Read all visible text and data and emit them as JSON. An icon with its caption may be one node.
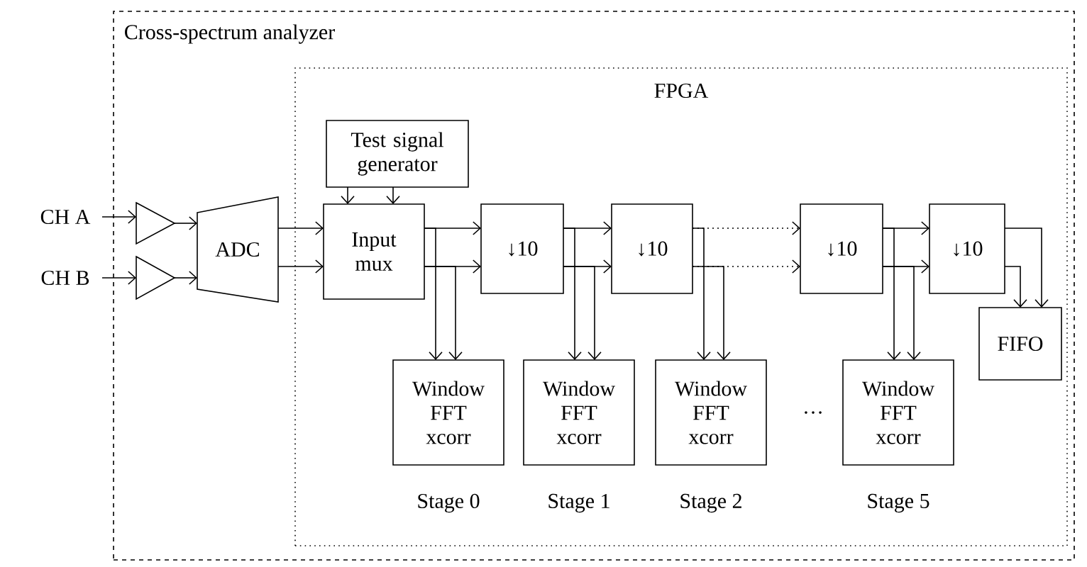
{
  "diagram": {
    "nodes": [
      {
        "text": [
          "Cross-spectrum analyzer"
        ]
      },
      {
        "text": [
          "FPGA"
        ],
        "in": 0
      },
      {
        "text": [
          "CH A"
        ]
      },
      {
        "text": [
          "CH B"
        ]
      },
      {
        "text": [],
        "shape": "triangle",
        "in": 0
      },
      {
        "text": [],
        "shape": "triangle",
        "in": 0
      },
      {
        "text": [
          "ADC"
        ],
        "in": 0
      },
      {
        "text": [
          "Test signal generator"
        ],
        "in": 1
      },
      {
        "text": [
          "Input mux"
        ],
        "in": 1
      },
      {
        "text": [
          "↓10"
        ],
        "in": 1
      },
      {
        "text": [
          "↓10"
        ],
        "in": 1
      },
      {
        "text": [
          "↓10"
        ],
        "in": 1
      },
      {
        "text": [
          "↓10"
        ],
        "in": 1
      },
      {
        "text": [
          "FIFO"
        ],
        "in": 1
      },
      {
        "text": [
          "Window FFT xcorr"
        ],
        "in": 1,
        "beside": [
          "Stage 0"
        ]
      },
      {
        "text": [
          "Window FFT xcorr"
        ],
        "in": 1,
        "beside": [
          "Stage 1"
        ]
      },
      {
        "text": [
          "Window FFT xcorr"
        ],
        "in": 1,
        "beside": [
          "Stage 2"
        ]
      },
      {
        "text": [
          "Window FFT xcorr"
        ],
        "in": 1,
        "beside": [
          "Stage 5"
        ]
      }
    ],
    "edges": [
      {
        "from": 2,
        "to": 4,
        "arrow": "to"
      },
      {
        "from": 3,
        "to": 5,
        "arrow": "to"
      },
      {
        "from": 4,
        "to": 6,
        "arrow": "to"
      },
      {
        "from": 5,
        "to": 6,
        "arrow": "to"
      },
      {
        "from": 6,
        "to": 8,
        "arrow": "to"
      },
      {
        "from": 6,
        "to": 8,
        "arrow": "to"
      },
      {
        "from": 7,
        "to": 8,
        "arrow": "to"
      },
      {
        "from": 7,
        "to": 8,
        "arrow": "to"
      },
      {
        "from": 8,
        "to": 9,
        "arrow": "to"
      },
      {
        "from": 8,
        "to": 9,
        "arrow": "to"
      },
      {
        "from": 8,
        "to": 14,
        "arrow": "to"
      },
      {
        "from": 8,
        "to": 14,
        "arrow": "to"
      },
      {
        "from": 9,
        "to": 10,
        "arrow": "to"
      },
      {
        "from": 9,
        "to": 10,
        "arrow": "to"
      },
      {
        "from": 9,
        "to": 15,
        "arrow": "to"
      },
      {
        "from": 9,
        "to": 15,
        "arrow": "to"
      },
      {
        "from": 10,
        "to": 11,
        "arrow": "to",
        "style": "dashed"
      },
      {
        "from": 10,
        "to": 11,
        "arrow": "to",
        "style": "dashed"
      },
      {
        "from": 10,
        "to": 16,
        "arrow": "to"
      },
      {
        "from": 10,
        "to": 16,
        "arrow": "to"
      },
      {
        "from": 11,
        "to": 12,
        "arrow": "to"
      },
      {
        "from": 11,
        "to": 12,
        "arrow": "to"
      },
      {
        "from": 11,
        "to": 17,
        "arrow": "to"
      },
      {
        "from": 11,
        "to": 17,
        "arrow": "to"
      },
      {
        "from": 12,
        "to": 13,
        "arrow": "to"
      },
      {
        "from": 12,
        "to": 13,
        "arrow": "to"
      }
    ],
    "labels": [
      "…"
    ]
  }
}
